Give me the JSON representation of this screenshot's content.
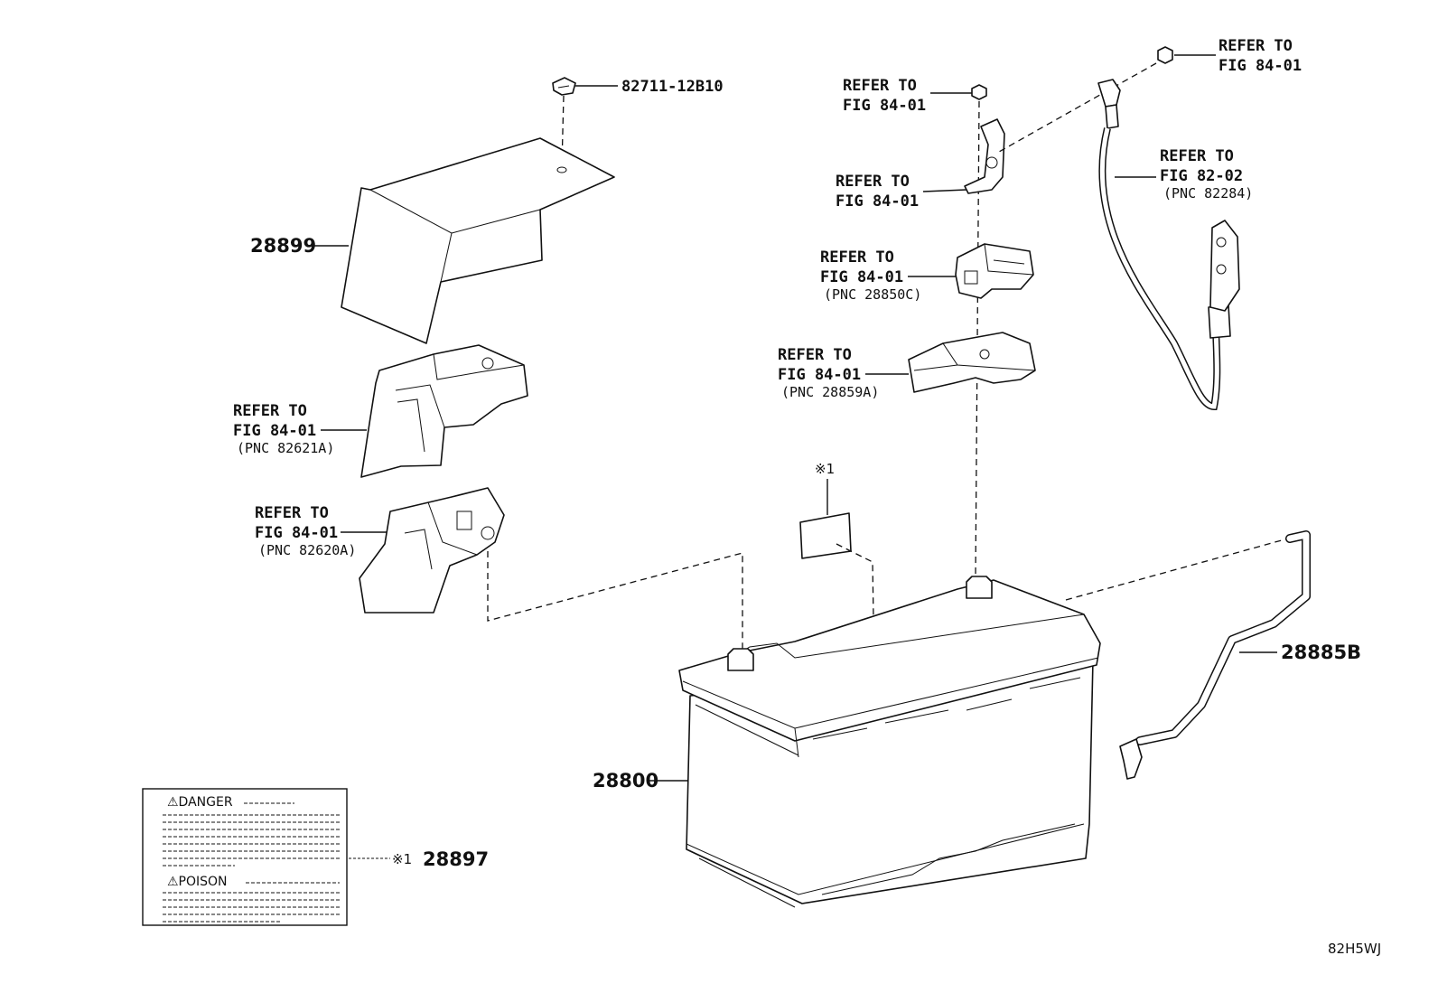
{
  "labels": {
    "clip_pn": "82711-12B10",
    "cover_pn": "28899",
    "bracket_upper_refer": "REFER TO",
    "bracket_upper_fig": "FIG 84-01",
    "bracket_upper_pnc": "(PNC 82621A)",
    "bracket_lower_refer": "REFER TO",
    "bracket_lower_fig": "FIG 84-01",
    "bracket_lower_pnc": "(PNC 82620A)",
    "nut_top_refer": "REFER TO",
    "nut_top_fig": "FIG 84-01",
    "terminal_refer": "REFER TO",
    "terminal_fig": "FIG 84-01",
    "fusebox_refer": "REFER TO",
    "fusebox_fig": "FIG 84-01",
    "fusebox_pnc": "(PNC 28850C)",
    "holder_refer": "REFER TO",
    "holder_fig": "FIG 84-01",
    "holder_pnc": "(PNC 28859A)",
    "nut_right_refer": "REFER TO",
    "nut_right_fig": "FIG 84-01",
    "cable_refer": "REFER TO",
    "cable_fig": "FIG 82-02",
    "cable_pnc": "(PNC 82284)",
    "note_mark": "※1",
    "hose_pn": "28885B",
    "battery_pn": "28800",
    "label_mark": "※1",
    "label_pn": "28897",
    "danger_text": "⚠DANGER",
    "poison_text": "⚠POISON",
    "diagram_code": "82H5WJ"
  }
}
